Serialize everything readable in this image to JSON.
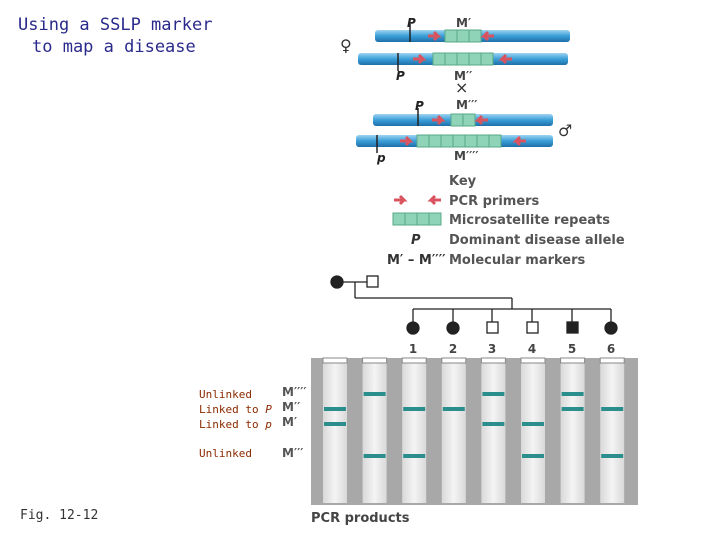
{
  "title": {
    "line1": "Using a SSLP marker",
    "line2": "to map a disease"
  },
  "figure_label": "Fig. 12-12",
  "chromosomes": {
    "female_symbol": "♀",
    "male_symbol": "♂",
    "cross_symbol": "×",
    "top_pair": [
      {
        "allele": "P",
        "marker": "M′"
      },
      {
        "allele": "P",
        "marker": "M′′"
      }
    ],
    "bottom_pair": [
      {
        "allele": "P",
        "marker": "M′′′"
      },
      {
        "allele": "p",
        "marker": "M′′′′"
      }
    ]
  },
  "key": {
    "heading": "Key",
    "items": [
      {
        "label": "PCR primers"
      },
      {
        "label": "Microsatellite repeats"
      },
      {
        "symbol": "P",
        "label": "Dominant disease allele"
      },
      {
        "symbol": "M′ – M′′′′",
        "label": "Molecular markers"
      }
    ]
  },
  "pedigree": {
    "children": [
      {
        "number": "1",
        "sex": "female",
        "affected": true
      },
      {
        "number": "2",
        "sex": "female",
        "affected": true
      },
      {
        "number": "3",
        "sex": "male",
        "affected": false
      },
      {
        "number": "4",
        "sex": "male",
        "affected": false
      },
      {
        "number": "5",
        "sex": "male",
        "affected": true
      },
      {
        "number": "6",
        "sex": "female",
        "affected": true
      }
    ]
  },
  "gel": {
    "caption": "PCR products",
    "row_labels": [
      "M′′′′",
      "M′′",
      "M′",
      "M′′′"
    ],
    "lanes": [
      {
        "bands": [
          false,
          true,
          true,
          false
        ]
      },
      {
        "bands": [
          true,
          false,
          false,
          true
        ]
      },
      {
        "bands": [
          false,
          true,
          false,
          true
        ]
      },
      {
        "bands": [
          false,
          true,
          false,
          false
        ]
      },
      {
        "bands": [
          true,
          false,
          true,
          false
        ]
      },
      {
        "bands": [
          false,
          false,
          true,
          true
        ]
      },
      {
        "bands": [
          true,
          true,
          false,
          false
        ]
      },
      {
        "bands": [
          false,
          true,
          false,
          true
        ]
      }
    ]
  },
  "linkage_notes": [
    {
      "text": "Unlinked",
      "allele": ""
    },
    {
      "text": "Linked to",
      "allele": "P"
    },
    {
      "text": "Linked to",
      "allele": "p"
    },
    {
      "text": "Unlinked",
      "allele": ""
    }
  ],
  "colors": {
    "chromosome": "#3a9fd8",
    "repeat_fill": "#8fd4b8",
    "primer": "#d9545f",
    "band": "#2a8f8c",
    "title": "#2a2a8c",
    "note": "#8b2a00"
  }
}
